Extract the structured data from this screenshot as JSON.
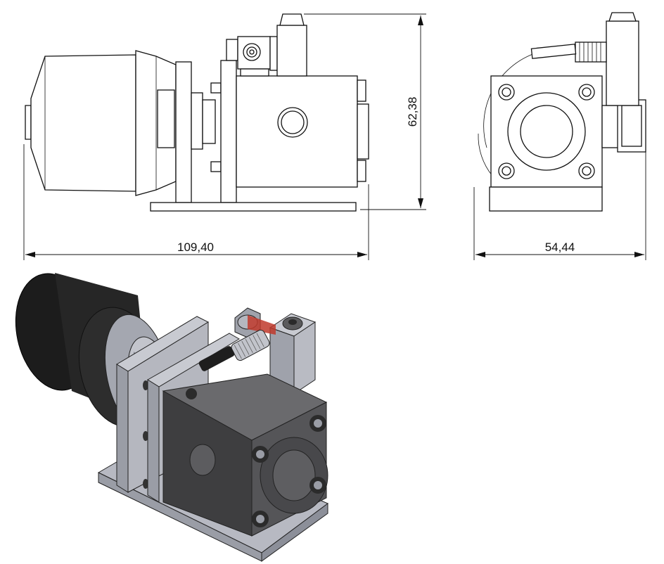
{
  "views": {
    "side_view": {
      "dimensions": {
        "width": "109,40",
        "height": "62,38"
      }
    },
    "end_view": {
      "dimensions": {
        "width": "54,44"
      }
    },
    "isometric_view": {}
  },
  "colors": {
    "line": "#111111",
    "motor_body": "#1c1c1c",
    "steel_light": "#b7b9c2",
    "steel_mid": "#8c8f99",
    "block_dark": "#4a4a4c",
    "accent_red": "#c0392b"
  }
}
